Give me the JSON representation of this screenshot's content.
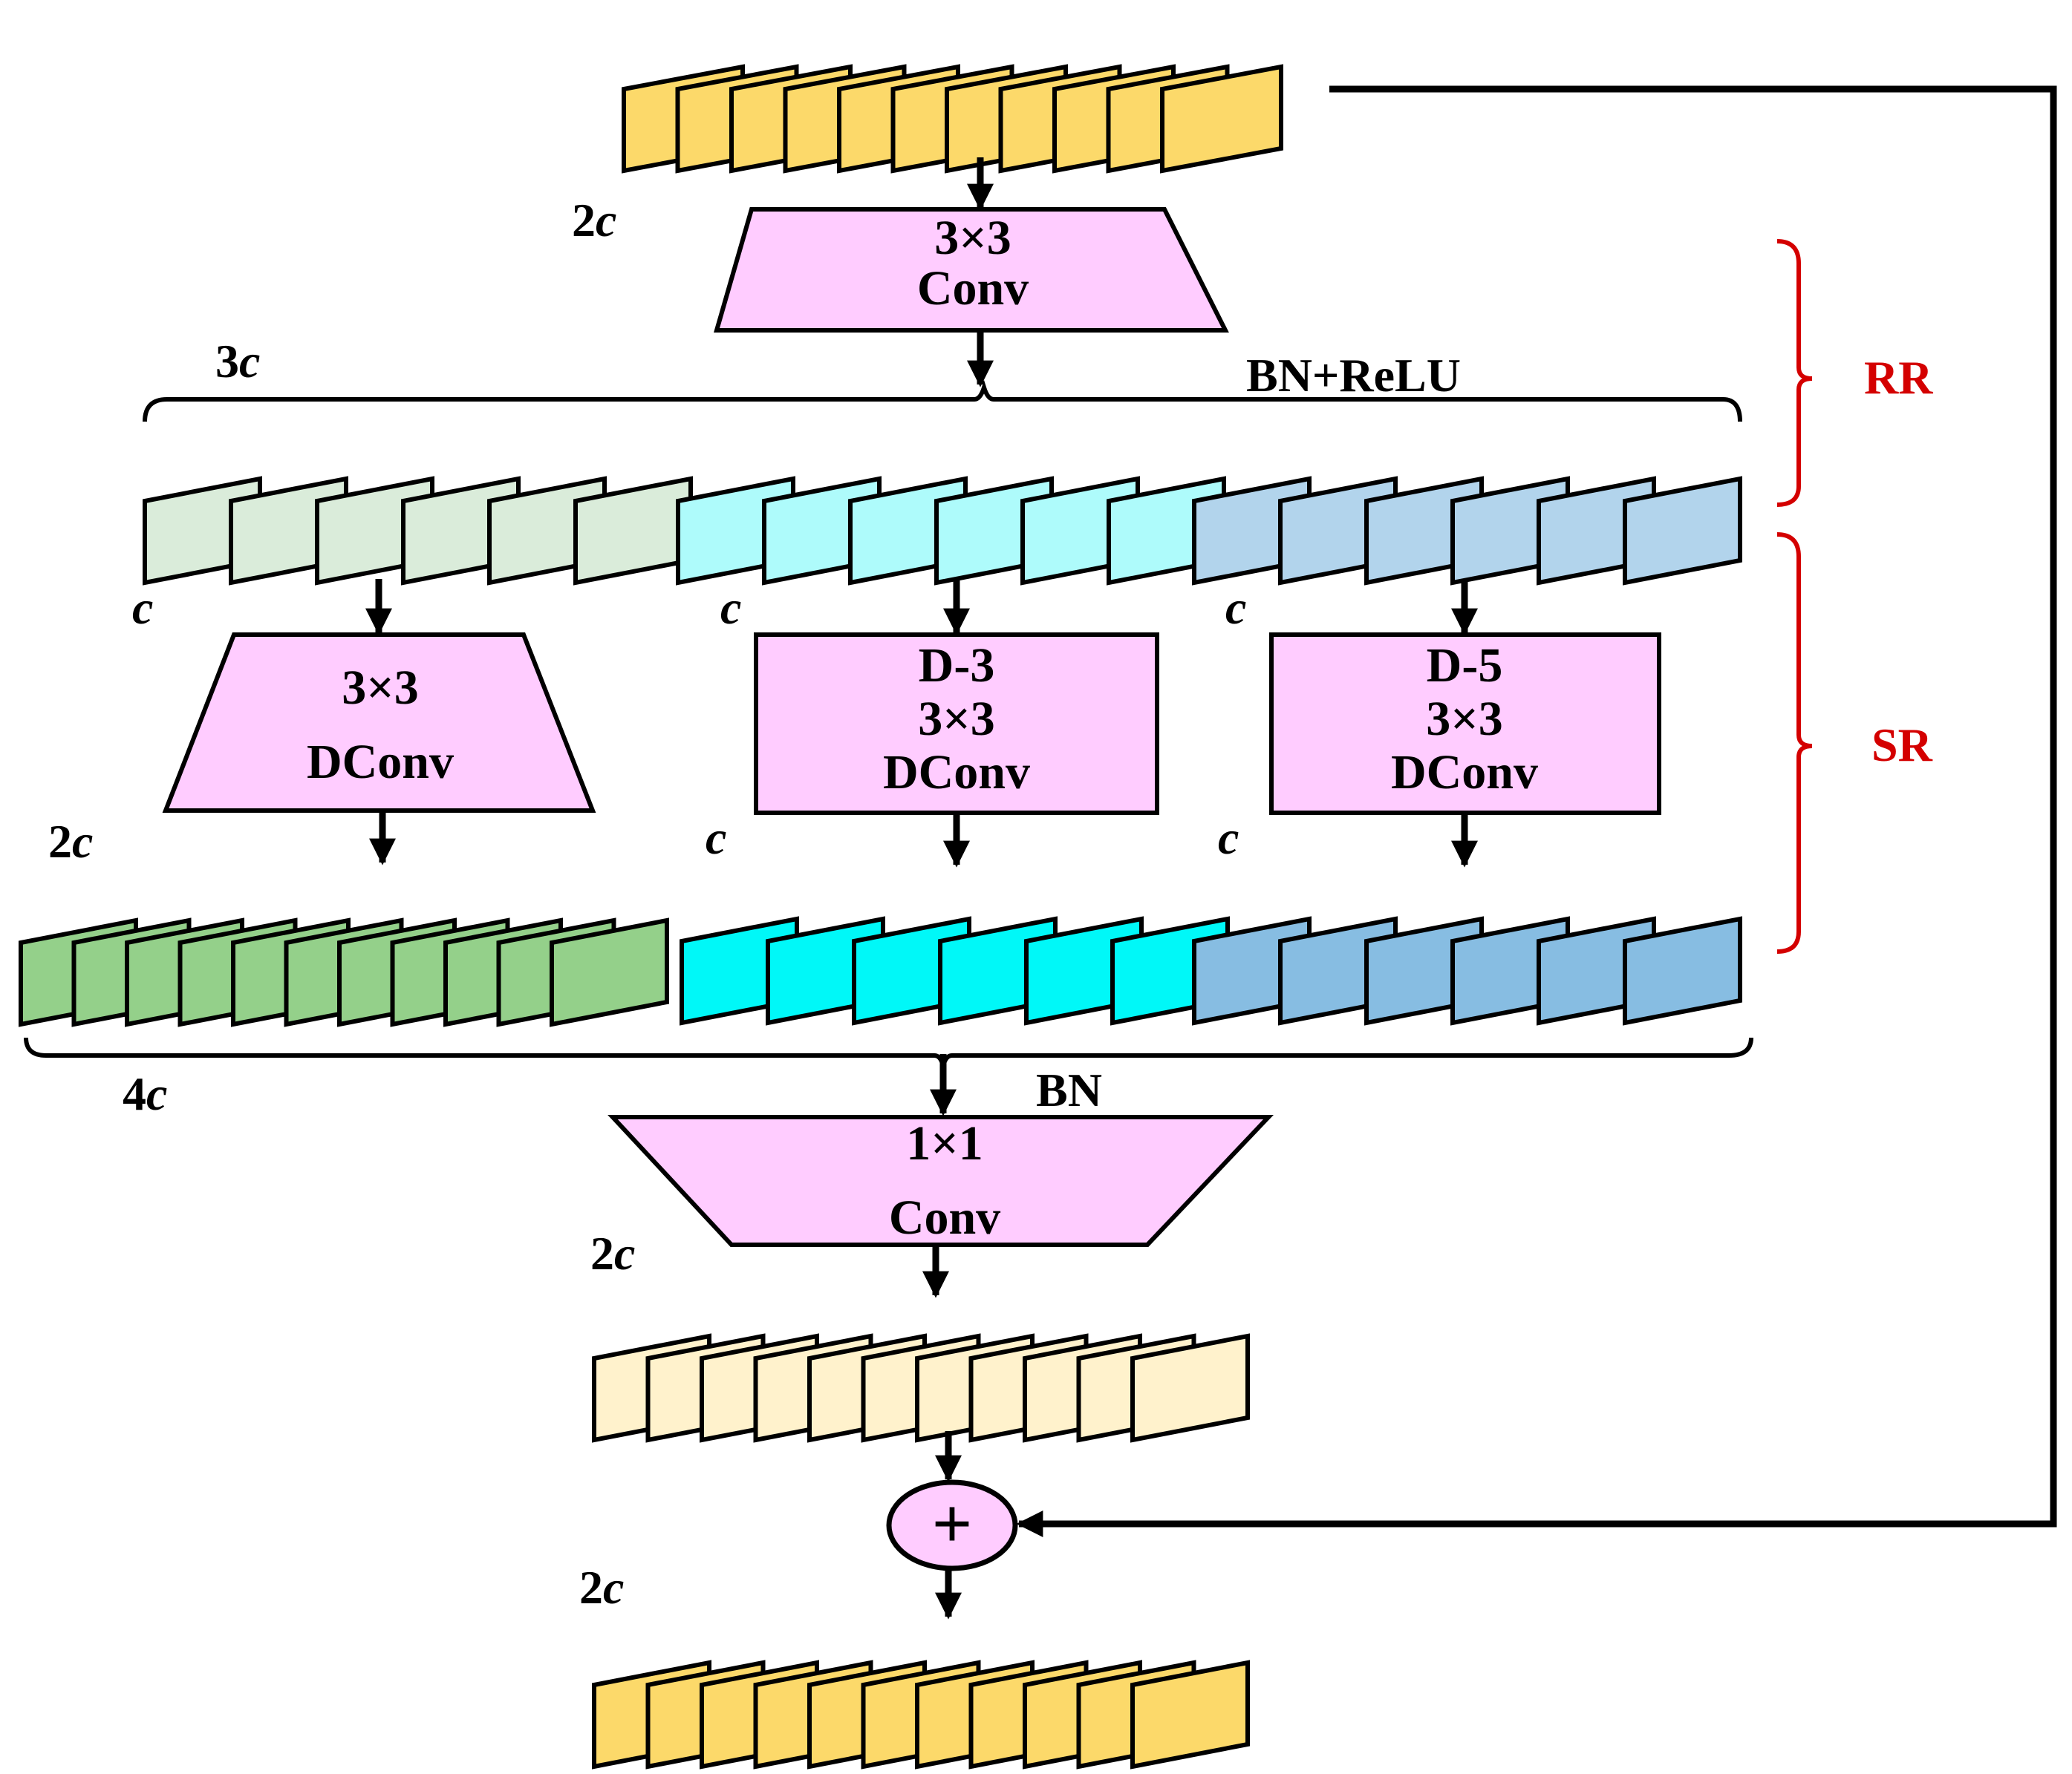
{
  "colors": {
    "input": "#fcd96a",
    "split_light_green": "#daecda",
    "split_light_cyan": "#aefbfb",
    "split_light_blue": "#b2d4ec",
    "out_green": "#94d08a",
    "out_cyan": "#00f8f8",
    "out_blue": "#87bde2",
    "pre_add": "#fff2cc",
    "output": "#fcd96a",
    "op_box": "#ffccff",
    "bracket_red": "#d40000"
  },
  "labels": {
    "in_channels": "2c",
    "conv1": [
      "3×3",
      "Conv"
    ],
    "split_total": "3c",
    "bn_relu": "BN+ReLU",
    "branch1_in": "c",
    "branch2_in": "c",
    "branch3_in": "c",
    "dconv1": [
      "3×3",
      "DConv"
    ],
    "dconv2": [
      "D-3",
      "3×3",
      "DConv"
    ],
    "dconv3": [
      "D-5",
      "3×3",
      "DConv"
    ],
    "branch1_out": "2c",
    "branch2_out": "c",
    "branch3_out": "c",
    "concat_total": "4c",
    "bn": "BN",
    "conv2": [
      "1×1",
      "Conv"
    ],
    "conv2_out": "2c",
    "add_symbol": "+",
    "final_out": "2c",
    "rr": "RR",
    "sr": "SR"
  }
}
